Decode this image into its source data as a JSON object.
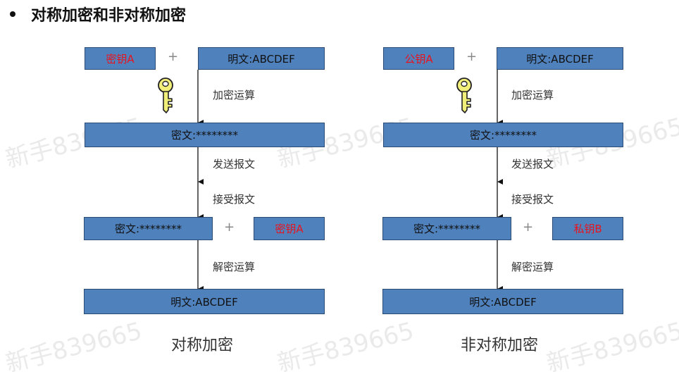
{
  "title": "对称加密和非对称加密",
  "symmetric": {
    "key_top": "密钥A",
    "plain_top": "明文:ABCDEF",
    "encrypt_label": "加密运算",
    "cipher_top": "密文:********",
    "send_label": "发送报文",
    "receive_label": "接受报文",
    "cipher_bottom": "密文:********",
    "key_bottom": "密钥A",
    "decrypt_label": "解密运算",
    "plain_bottom": "明文:ABCDEF",
    "caption": "对称加密"
  },
  "asymmetric": {
    "key_top": "公钥A",
    "plain_top": "明文:ABCDEF",
    "encrypt_label": "加密运算",
    "cipher_top": "密文:********",
    "send_label": "发送报文",
    "receive_label": "接受报文",
    "cipher_bottom": "密文:********",
    "key_bottom": "私钥B",
    "decrypt_label": "解密运算",
    "plain_bottom": "明文:ABCDEF",
    "caption": "非对称加密"
  },
  "plus_sign": "+",
  "watermark_text": "新手839665",
  "colors": {
    "box_fill": "#4f81bd",
    "key_text": "#e8141d",
    "key_icon": "#f2ee7a"
  }
}
